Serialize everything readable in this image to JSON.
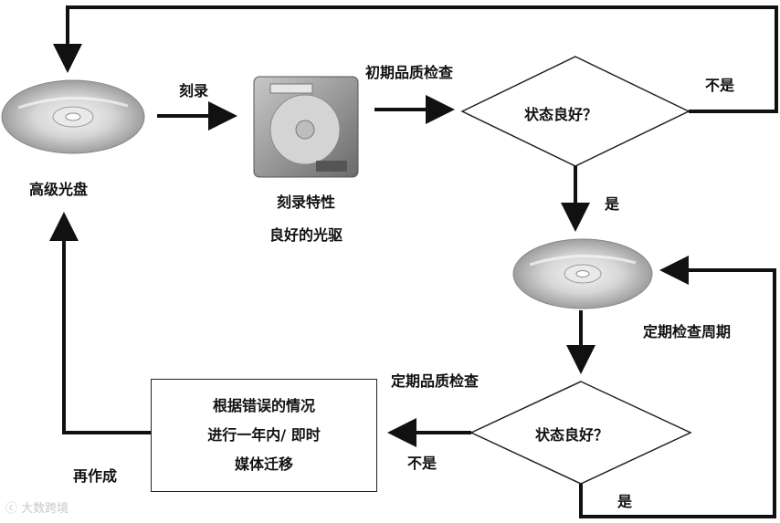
{
  "labels": {
    "disc": "高级光盘",
    "burn": "刻录",
    "drive_line1": "刻录特性",
    "drive_line2": "良好的光驱",
    "initial_check": "初期品质检查",
    "cond1": "状态良好？",
    "no1": "不是",
    "yes1": "是",
    "periodic_cycle": "定期检查周期",
    "periodic_check": "定期品质检查",
    "cond2": "状态良好？",
    "no2": "不是",
    "yes2": "是",
    "remake": "再作成"
  },
  "box": {
    "line1": "根据错误的情况",
    "line2": "进行一年内/ 即时",
    "line3": "媒体迁移"
  },
  "watermark": "大数跨境"
}
